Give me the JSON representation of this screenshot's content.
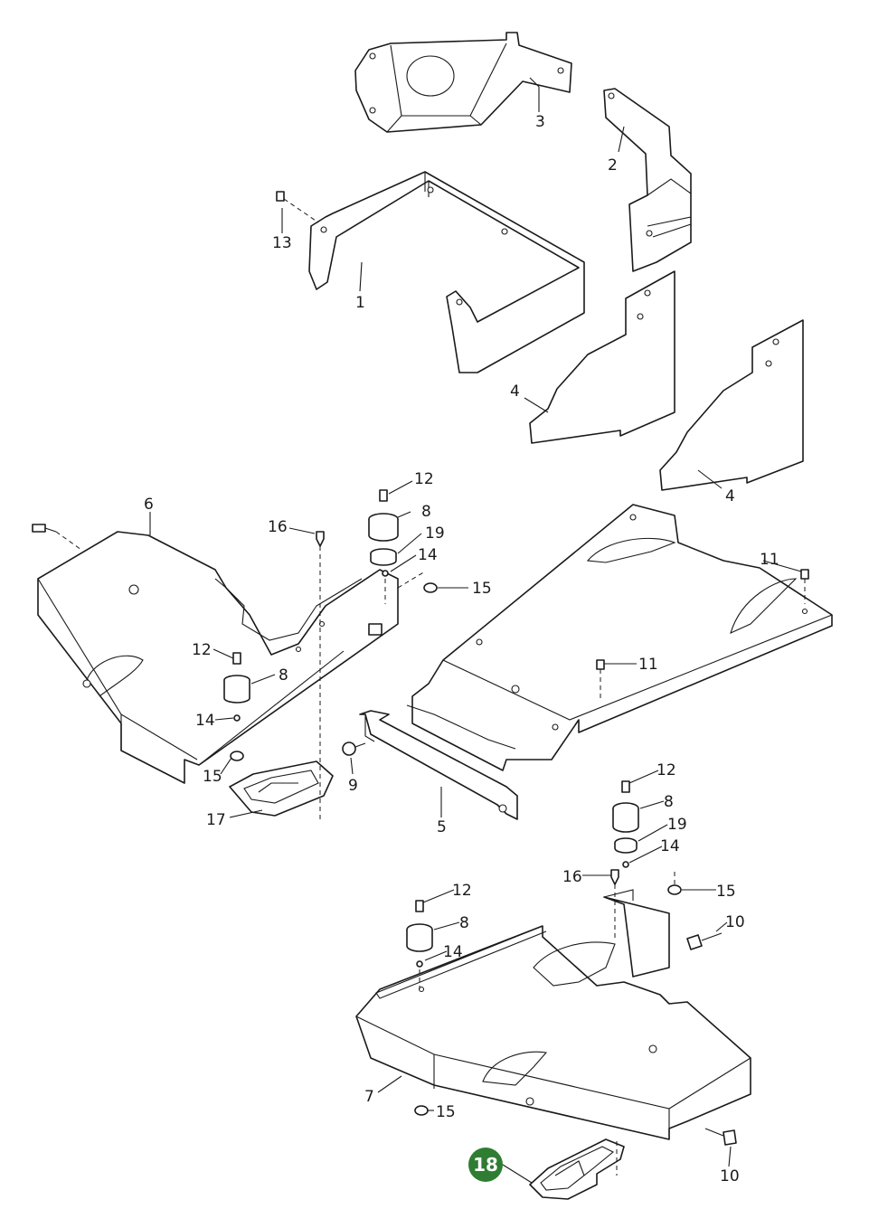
{
  "callouts": {
    "c1": "1",
    "c2": "2",
    "c3": "3",
    "c4a": "4",
    "c4b": "4",
    "c5": "5",
    "c6": "6",
    "c7": "7",
    "c8a": "8",
    "c8b": "8",
    "c8c": "8",
    "c8d": "8",
    "c9": "9",
    "c10a": "10",
    "c10b": "10",
    "c11a": "11",
    "c11b": "11",
    "c12a": "12",
    "c12b": "12",
    "c12c": "12",
    "c12d": "12",
    "c13": "13",
    "c14a": "14",
    "c14b": "14",
    "c14c": "14",
    "c14d": "14",
    "c15a": "15",
    "c15b": "15",
    "c15c": "15",
    "c15d": "15",
    "c16a": "16",
    "c16b": "16",
    "c17": "17",
    "c19a": "19",
    "c19b": "19"
  },
  "highlight": {
    "label": "18",
    "color": "#2e7d32"
  }
}
